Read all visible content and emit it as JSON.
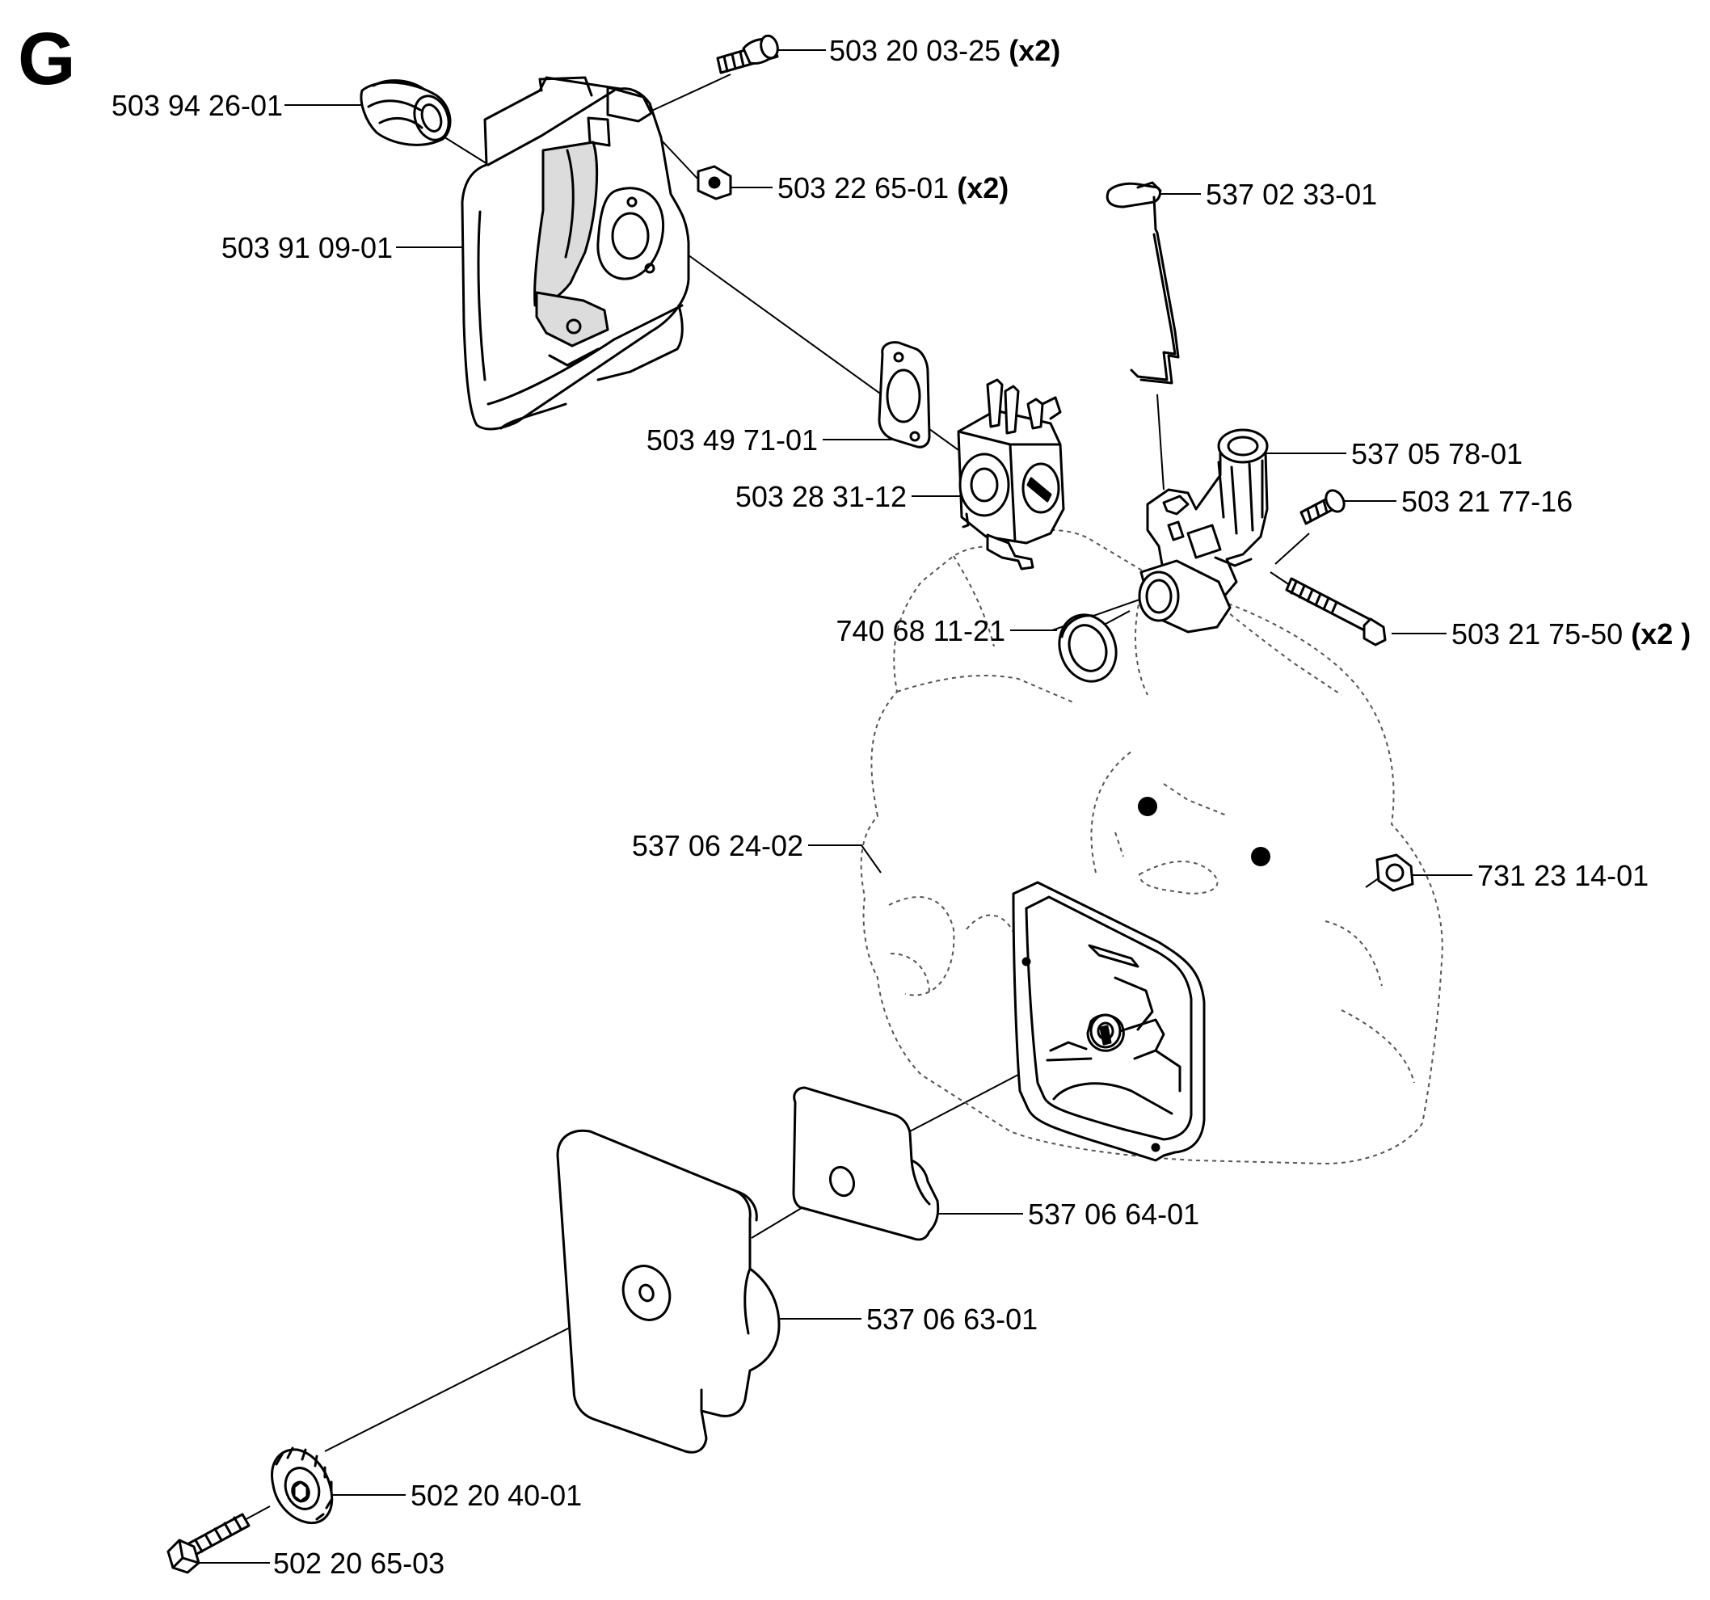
{
  "section": "G",
  "callouts": [
    {
      "part": "503 20 03-25",
      "qty": "(x2)"
    },
    {
      "part": "503 94 26-01",
      "qty": ""
    },
    {
      "part": "503 22 65-01",
      "qty": "(x2)"
    },
    {
      "part": "537 02 33-01",
      "qty": ""
    },
    {
      "part": "503 91 09-01",
      "qty": ""
    },
    {
      "part": "503 49 71-01",
      "qty": ""
    },
    {
      "part": "537 05 78-01",
      "qty": ""
    },
    {
      "part": "503 28 31-12",
      "qty": ""
    },
    {
      "part": "503 21 77-16",
      "qty": ""
    },
    {
      "part": "740 68 11-21",
      "qty": ""
    },
    {
      "part": "503 21 75-50",
      "qty": "(x2 )"
    },
    {
      "part": "537 06 24-02",
      "qty": ""
    },
    {
      "part": "731 23 14-01",
      "qty": ""
    },
    {
      "part": "537 06 64-01",
      "qty": ""
    },
    {
      "part": "537 06 63-01",
      "qty": ""
    },
    {
      "part": "502 20 40-01",
      "qty": ""
    },
    {
      "part": "502 20 65-03",
      "qty": ""
    }
  ]
}
